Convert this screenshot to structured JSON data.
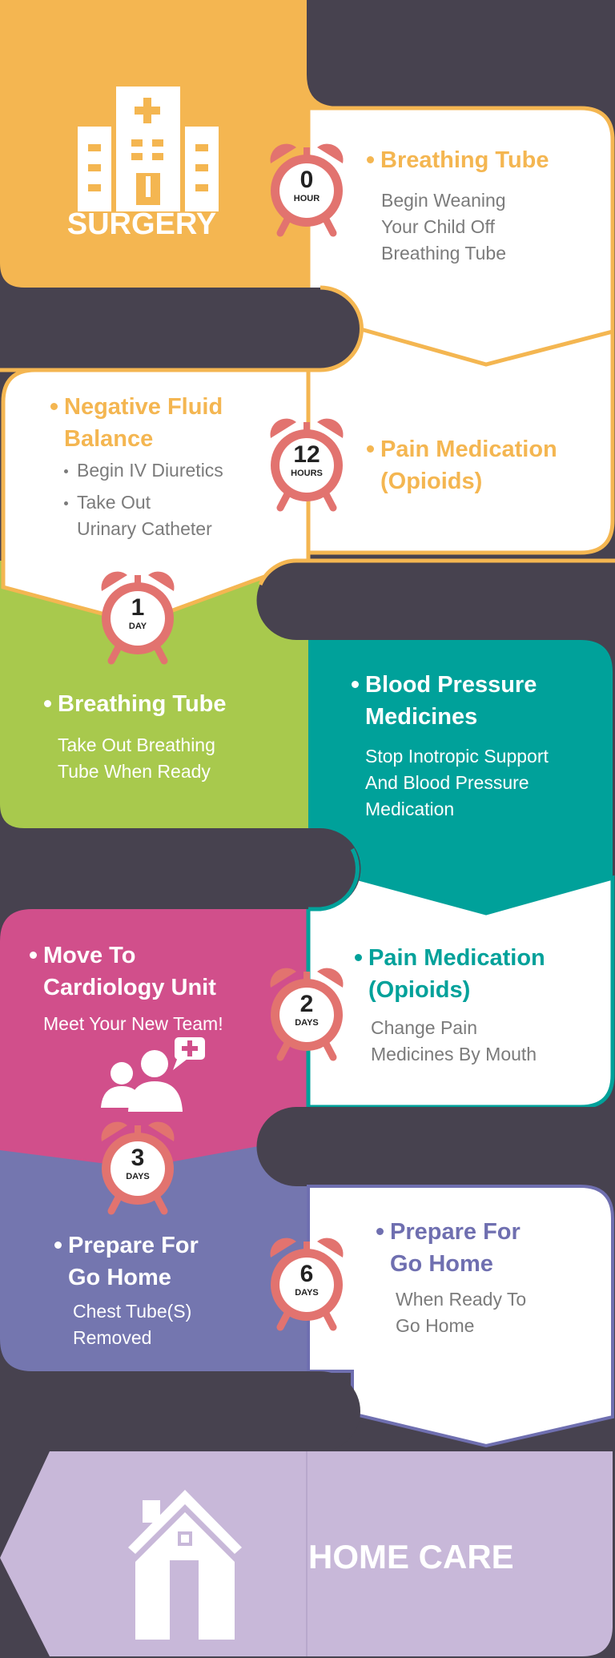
{
  "colors": {
    "background": "#47424F",
    "surgery": "#F4B651",
    "day1": "#A8C94D",
    "blood": "#00A19A",
    "cardio": "#D14F8B",
    "day3": "#7476AF",
    "home": "#C8B8D9",
    "clock": "#E2736F"
  },
  "start": {
    "label": "SURGERY",
    "icon": "hospital-building-icon"
  },
  "milestones": [
    {
      "number": "0",
      "unit": "HOUR"
    },
    {
      "number": "12",
      "unit": "HOURS"
    },
    {
      "number": "1",
      "unit": "DAY"
    },
    {
      "number": "2",
      "unit": "DAYS"
    },
    {
      "number": "3",
      "unit": "DAYS"
    },
    {
      "number": "6",
      "unit": "DAYS"
    }
  ],
  "steps": {
    "breathing_tube_0": {
      "title": "Breathing Tube",
      "lines": [
        "Begin Weaning",
        "Your Child Off",
        "Breathing Tube"
      ]
    },
    "fluid_12": {
      "title": [
        "Negative Fluid",
        "Balance"
      ],
      "bullets": [
        "Begin IV Diuretics",
        "Take Out",
        "Urinary Catheter"
      ]
    },
    "pain_12": {
      "title": [
        "Pain Medication",
        "(Opioids)"
      ]
    },
    "breathing_tube_1": {
      "title": "Breathing Tube",
      "lines": [
        "Take Out Breathing",
        "Tube When Ready"
      ]
    },
    "blood_pressure_1": {
      "title": [
        "Blood Pressure",
        "Medicines"
      ],
      "lines": [
        "Stop Inotropic Support",
        "And Blood Pressure",
        "Medication"
      ]
    },
    "cardiology_2": {
      "title": [
        "Move To",
        "Cardiology Unit"
      ],
      "lines": [
        "Meet Your New Team!"
      ],
      "icon": "medical-team-icon"
    },
    "pain_2": {
      "title": [
        "Pain Medication",
        "(Opioids)"
      ],
      "lines": [
        "Change Pain",
        "Medicines By Mouth"
      ]
    },
    "prepare_3": {
      "title": [
        "Prepare For",
        "Go Home"
      ],
      "lines": [
        "Chest Tube(S)",
        "Removed"
      ]
    },
    "prepare_6": {
      "title": [
        "Prepare For",
        "Go Home"
      ],
      "lines": [
        "When Ready To",
        "Go Home"
      ]
    }
  },
  "end": {
    "label": "HOME CARE",
    "icon": "house-icon"
  }
}
